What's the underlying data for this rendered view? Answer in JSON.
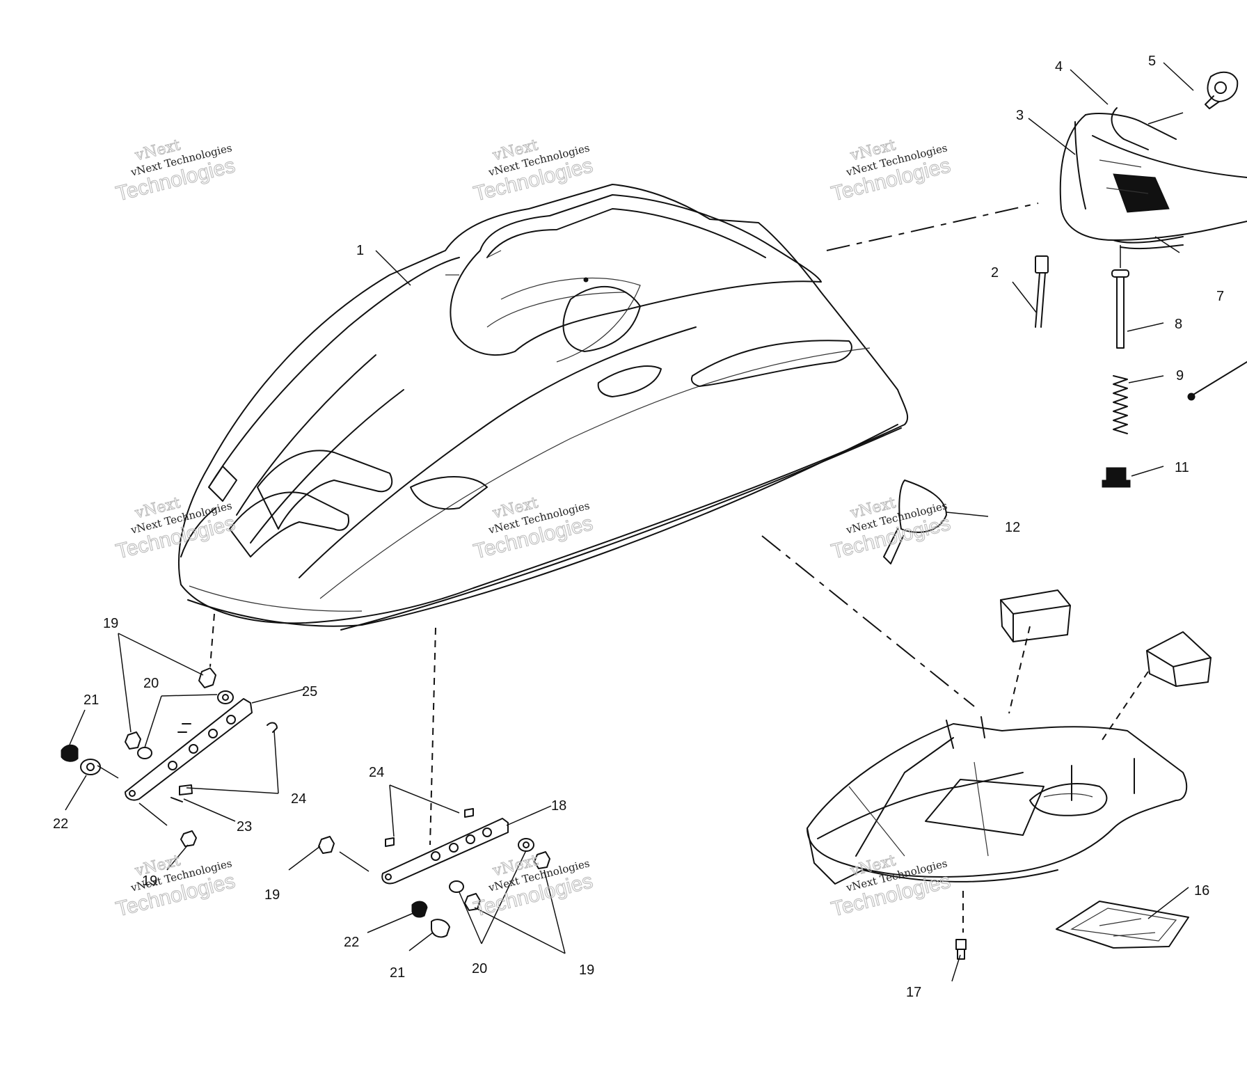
{
  "callouts": {
    "c1": "1",
    "c2": "2",
    "c3": "3",
    "c4": "4",
    "c5": "5",
    "c7": "7",
    "c8": "8",
    "c9": "9",
    "c11": "11",
    "c12": "12",
    "c16": "16",
    "c17": "17",
    "c18": "18",
    "c19a": "19",
    "c19b": "19",
    "c19c": "19",
    "c19d": "19",
    "c20a": "20",
    "c20b": "20",
    "c21a": "21",
    "c21b": "21",
    "c22a": "22",
    "c22b": "22",
    "c23": "23",
    "c24a": "24",
    "c24b": "24",
    "c25": "25"
  },
  "watermark": {
    "line_top": "vNext",
    "line_mid": "vNext Technologies",
    "line_bottom": "Technologies"
  },
  "icons": {
    "hood": "hood-assembly-icon",
    "windshield": "windshield-icon",
    "bracket": "mounting-bracket-icon",
    "belly_pan": "belly-pan-icon"
  }
}
